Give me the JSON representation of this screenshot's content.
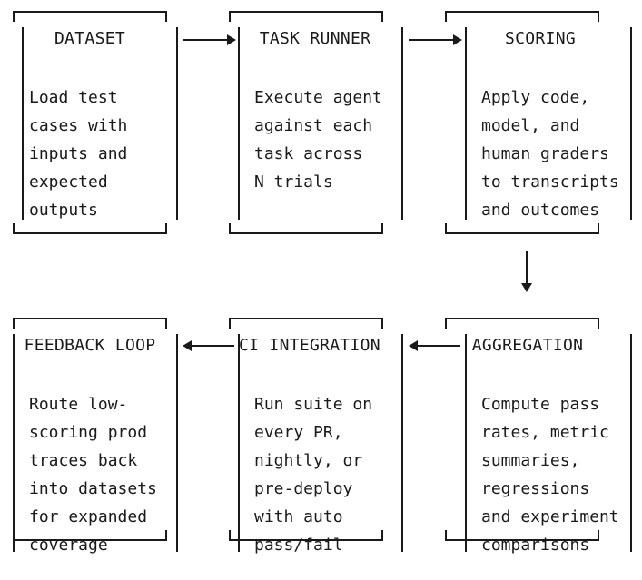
{
  "boxes": {
    "dataset": {
      "title": "DATASET",
      "body": "Load test\ncases with\ninputs and\nexpected\noutputs"
    },
    "task_runner": {
      "title": "TASK RUNNER",
      "body": "Execute agent\nagainst each\ntask across\nN trials"
    },
    "scoring": {
      "title": "SCORING",
      "body": "Apply code,\nmodel, and\nhuman graders\nto transcripts\nand outcomes"
    },
    "feedback_loop": {
      "title": "FEEDBACK LOOP",
      "body": "Route low-\nscoring prod\ntraces back\ninto datasets\nfor expanded\ncoverage"
    },
    "ci_integration": {
      "title": "CI INTEGRATION",
      "body": "Run suite on\nevery PR,\nnightly, or\npre-deploy\nwith auto\npass/fail"
    },
    "aggregation": {
      "title": "AGGREGATION",
      "body": "Compute pass\nrates, metric\nsummaries,\nregressions\nand experiment\ncomparisons"
    }
  }
}
